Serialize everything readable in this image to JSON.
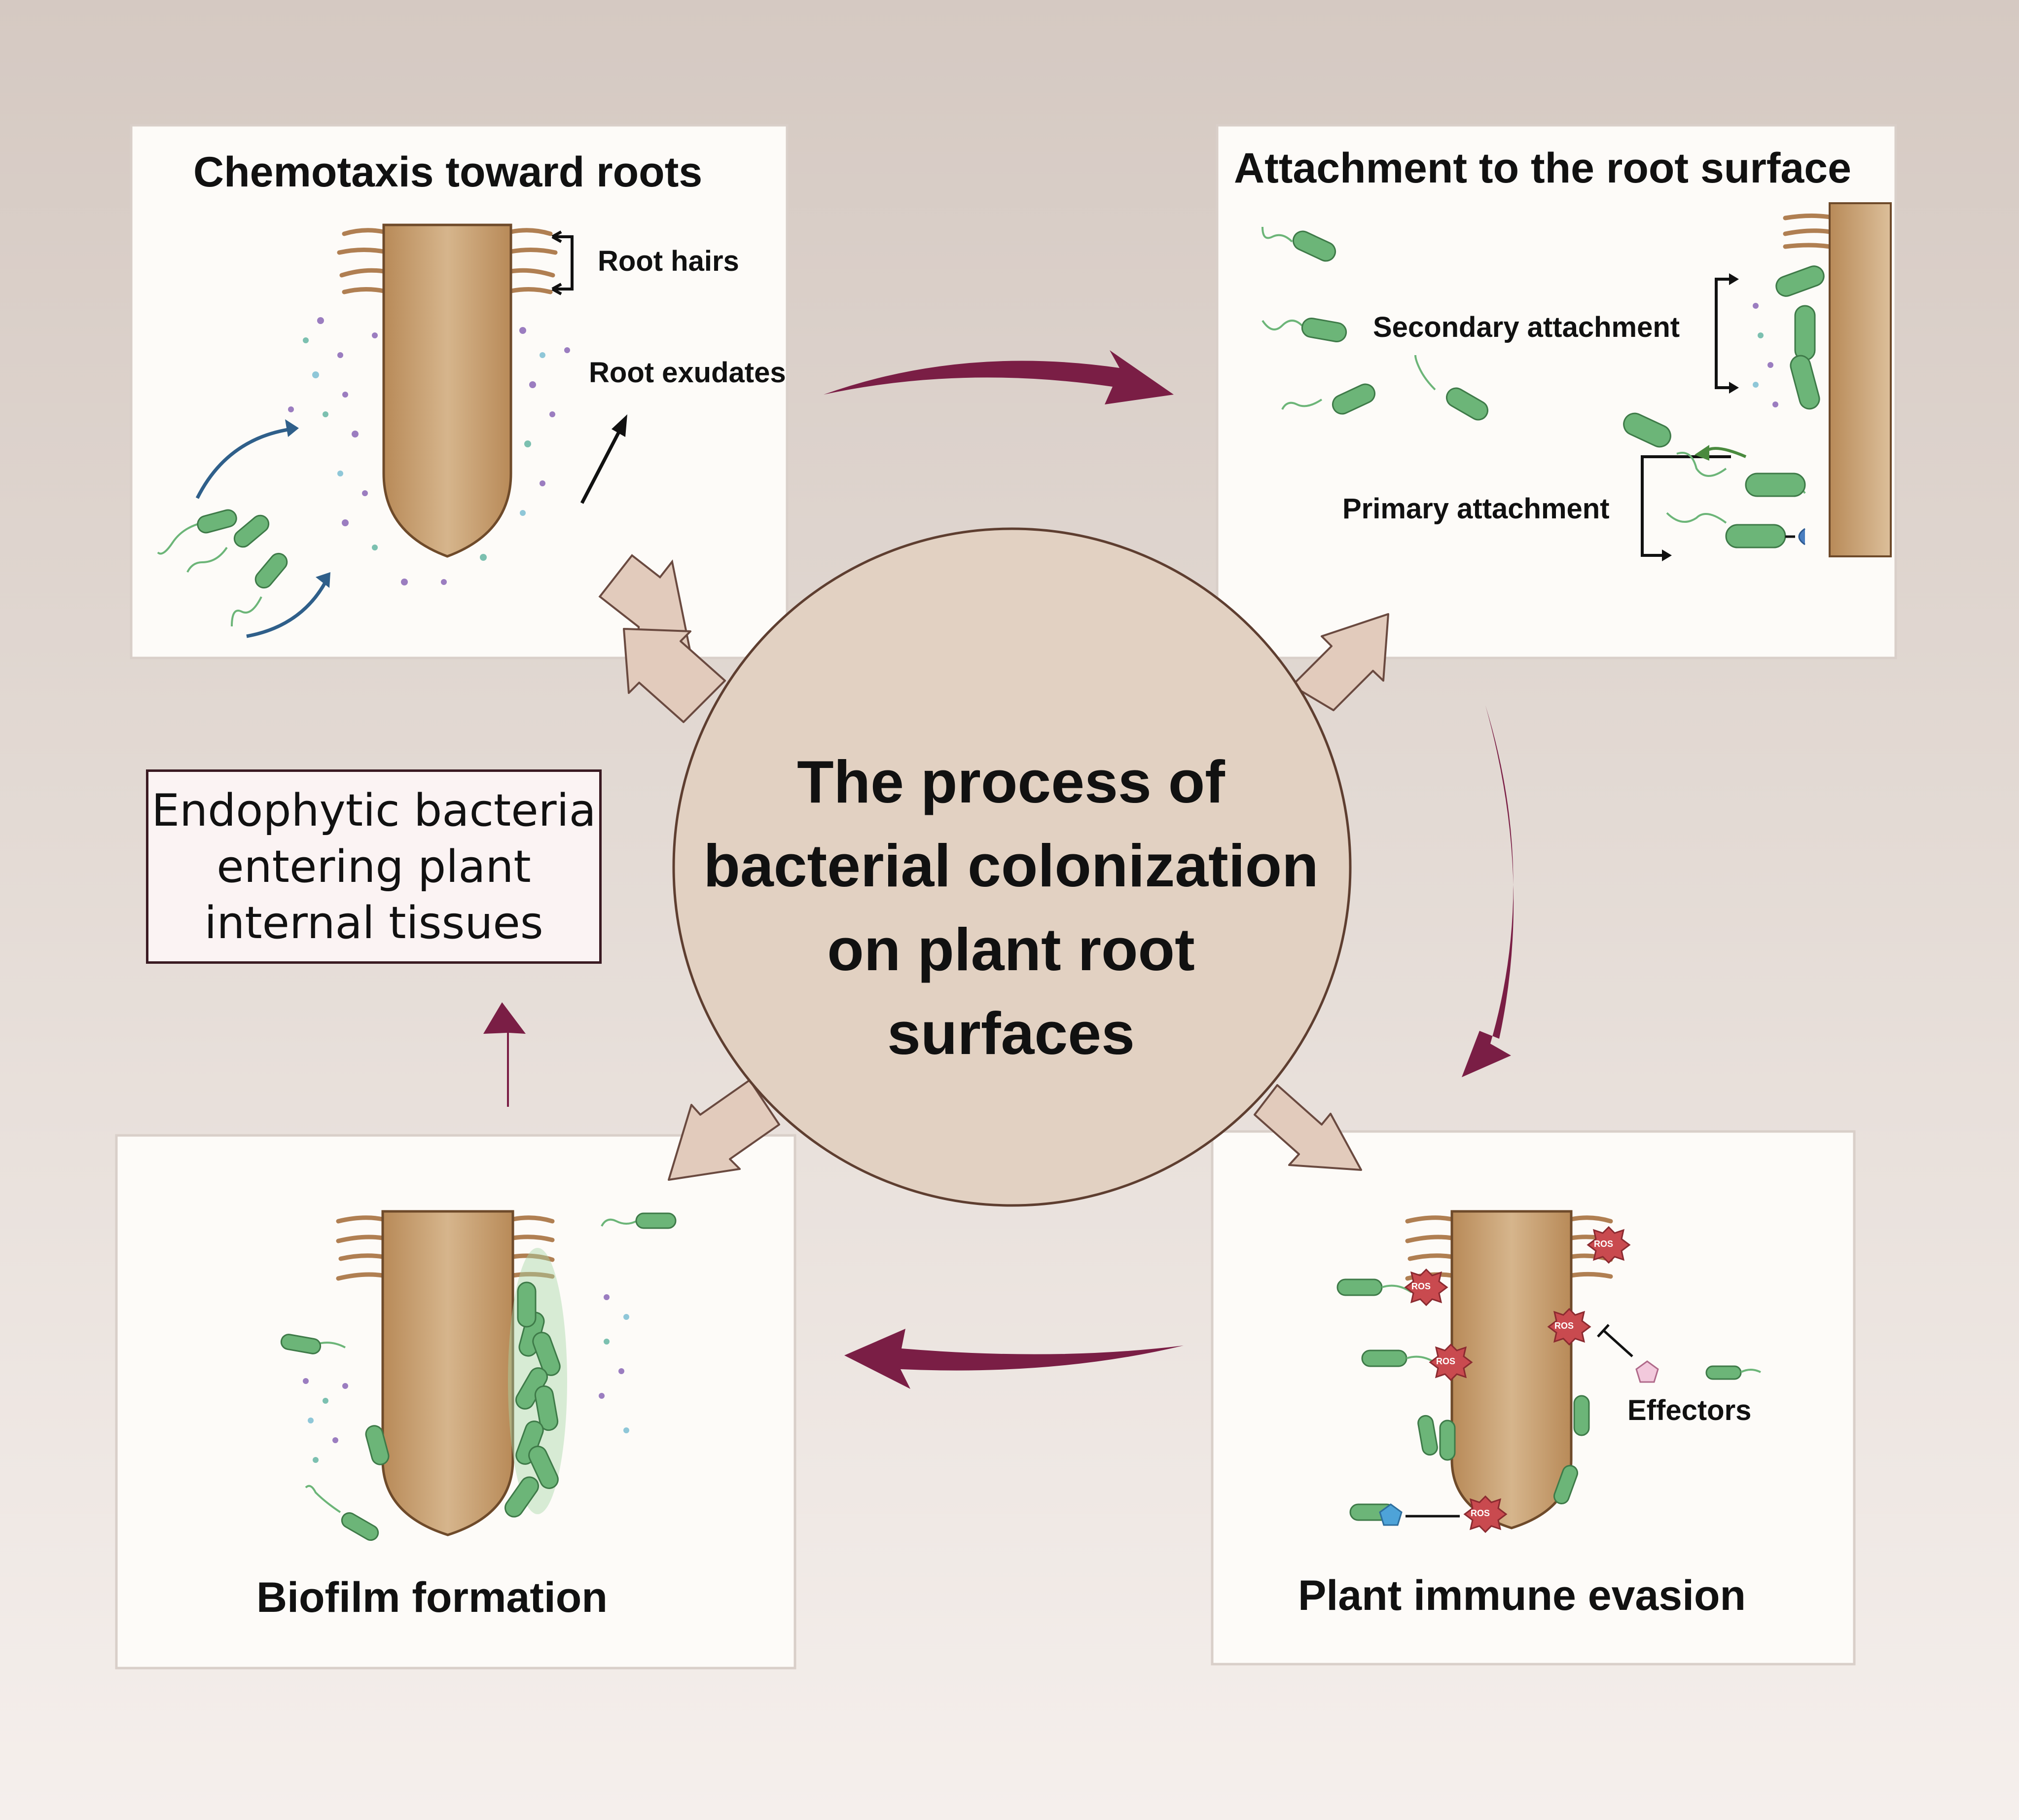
{
  "center_title": [
    "The process of",
    "bacterial colonization",
    "on plant root",
    "surfaces"
  ],
  "panels": {
    "chemotaxis": {
      "title": "Chemotaxis toward roots",
      "labels": {
        "root_hairs": "Root hairs",
        "root_exudates": "Root exudates"
      }
    },
    "attachment": {
      "title": "Attachment to the root surface",
      "labels": {
        "secondary": "Secondary attachment",
        "primary": "Primary attachment"
      }
    },
    "immune": {
      "title": "Plant immune evasion",
      "labels": {
        "effectors": "Effectors",
        "ros": "ROS"
      }
    },
    "biofilm": {
      "title": "Biofilm formation"
    }
  },
  "endophytic_box": [
    "Endophytic bacteria",
    "entering plant",
    "internal tissues"
  ],
  "colors": {
    "root": "#c49a6c",
    "bacteria": "#6cb578",
    "flow_arrow": "#7a1e45",
    "circle": "#e2d1c2",
    "ros": "#c94a4f"
  },
  "icons": [
    "root-icon",
    "bacterium-icon",
    "ros-burst-icon",
    "effector-icon",
    "flow-arrow-icon",
    "double-arrow-icon"
  ]
}
